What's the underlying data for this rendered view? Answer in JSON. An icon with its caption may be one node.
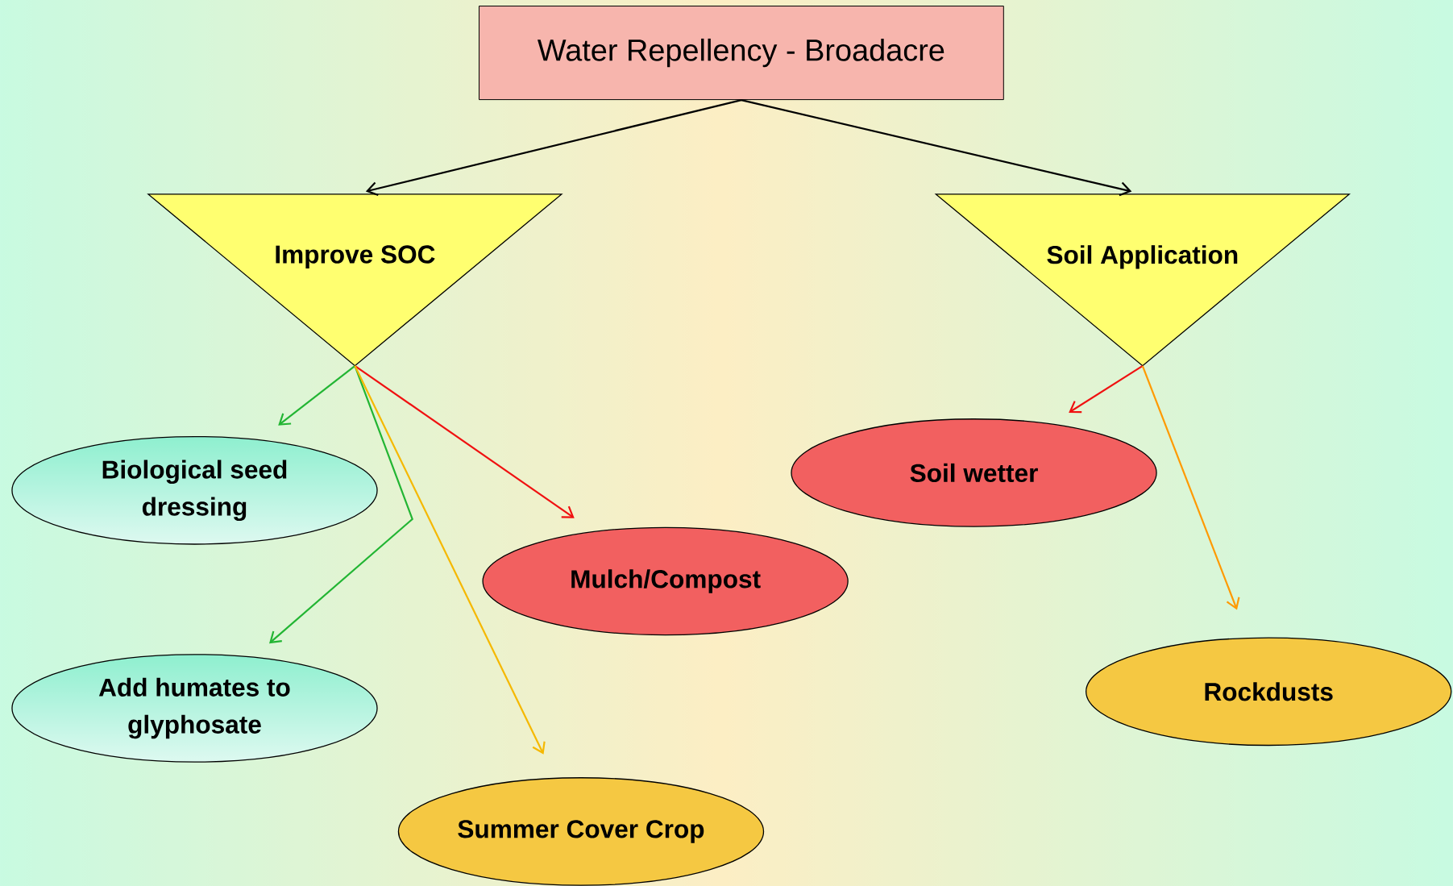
{
  "diagram": {
    "nodes": [
      {
        "text": [
          "Water Repellency - Broadacre"
        ]
      },
      {
        "text": [
          "Improve SOC"
        ]
      },
      {
        "text": [
          "Soil Application"
        ]
      },
      {
        "text": [
          "Biological seed dressing"
        ]
      },
      {
        "text": [
          "Add humates to glyphosate"
        ]
      },
      {
        "text": [
          "Mulch/Compost"
        ]
      },
      {
        "text": [
          "Summer Cover Crop"
        ]
      },
      {
        "text": [
          "Soil wetter"
        ]
      },
      {
        "text": [
          "Rockdusts"
        ]
      }
    ],
    "edges": [
      {
        "from": 0,
        "to": 1,
        "arrow": "to",
        "color": "#000000"
      },
      {
        "from": 0,
        "to": 2,
        "arrow": "to",
        "color": "#000000"
      },
      {
        "from": 1,
        "to": 3,
        "arrow": "to",
        "color": "#22b533"
      },
      {
        "from": 1,
        "to": 4,
        "arrow": "to",
        "color": "#22b533"
      },
      {
        "from": 1,
        "to": 5,
        "arrow": "to",
        "color": "#f01010"
      },
      {
        "from": 1,
        "to": 6,
        "arrow": "to",
        "color": "#f5b800"
      },
      {
        "from": 2,
        "to": 7,
        "arrow": "to",
        "color": "#f01010"
      },
      {
        "from": 2,
        "to": 8,
        "arrow": "to",
        "color": "#ff9900"
      }
    ]
  }
}
